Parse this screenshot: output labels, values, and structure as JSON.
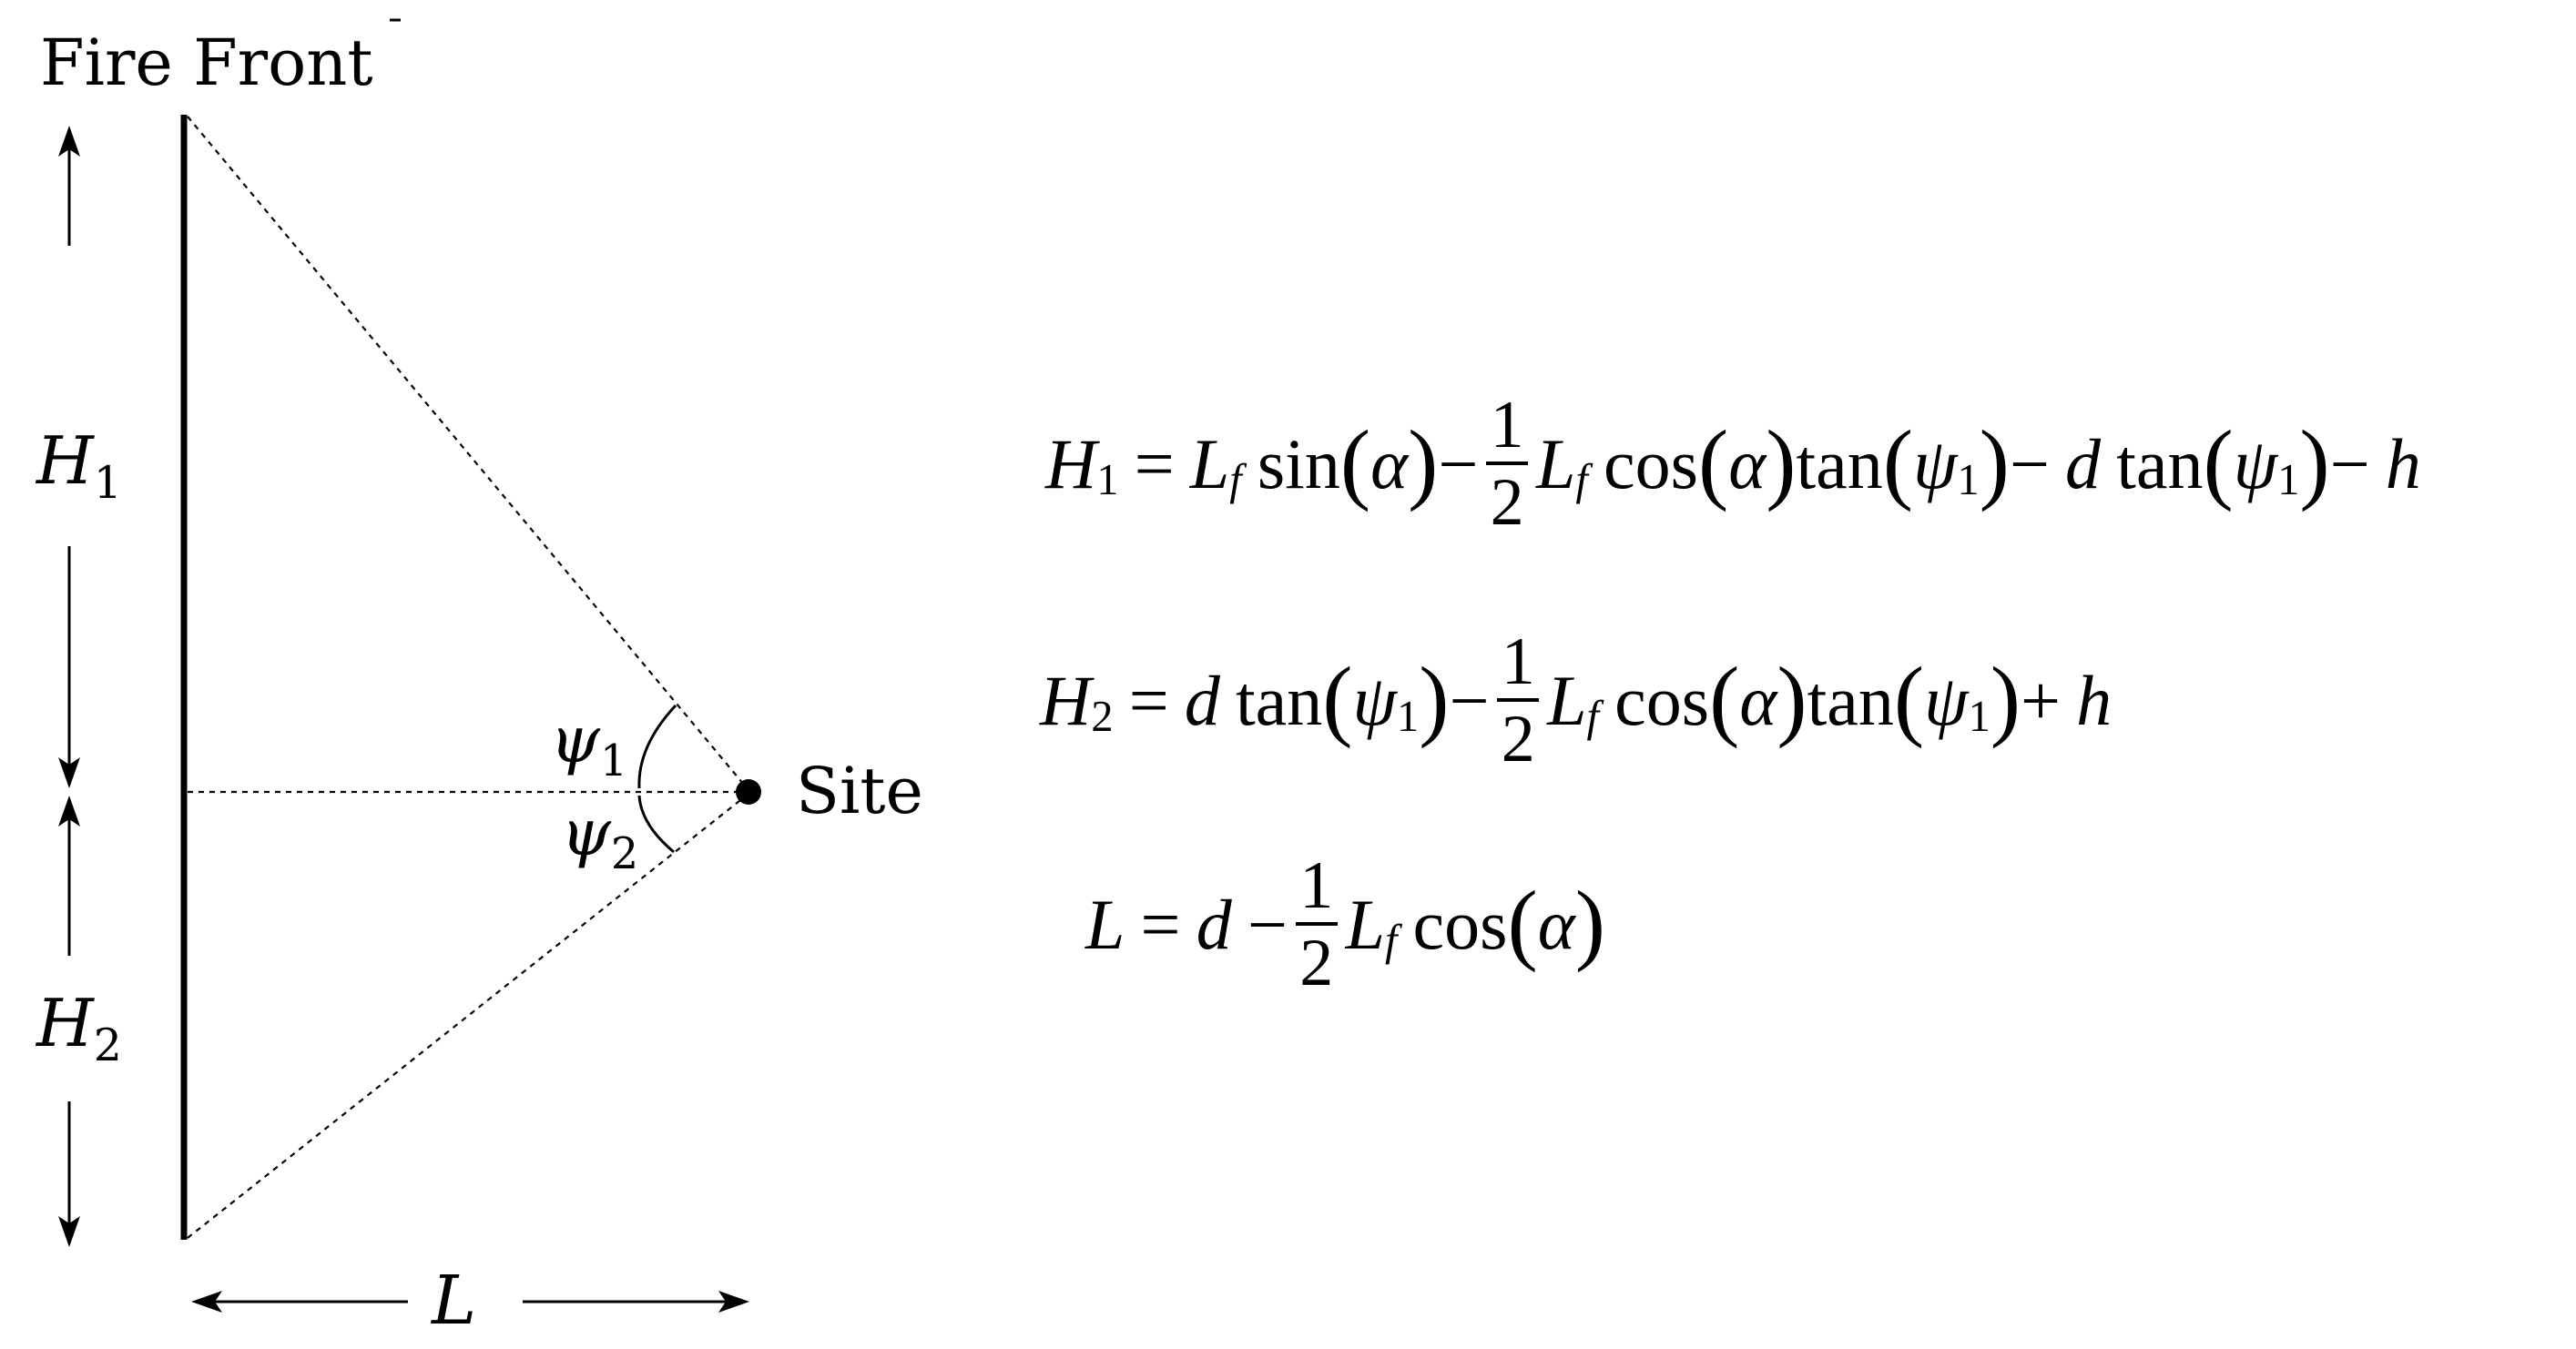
{
  "diagram": {
    "fire_front_label": "Fire Front",
    "h1_label": "H",
    "h1_sub": "1",
    "h2_label": "H",
    "h2_sub": "2",
    "psi1_label": "ψ",
    "psi1_sub": "1",
    "psi2_label": "ψ",
    "psi2_sub": "2",
    "site_label": "Site",
    "l_label": "L"
  },
  "equations": {
    "eq1": {
      "H": "H",
      "H_sub": "1",
      "eq": "=",
      "Lf1": "L",
      "f1": "f",
      "sin": "sin",
      "alpha1": "α",
      "minus1": "−",
      "num1": "1",
      "den1": "2",
      "Lf2": "L",
      "f2": "f",
      "cos": "cos",
      "alpha2": "α",
      "tan1": "tan",
      "psi1": "ψ",
      "psi1_sub": "1",
      "minus2": "−",
      "d": "d",
      "tan2": "tan",
      "psi2": "ψ",
      "psi2_sub": "1",
      "minus3": "−",
      "h": "h"
    },
    "eq2": {
      "H": "H",
      "H_sub": "2",
      "eq": "=",
      "d": "d",
      "tan1": "tan",
      "psi1": "ψ",
      "psi1_sub": "1",
      "minus": "−",
      "num": "1",
      "den": "2",
      "Lf": "L",
      "f": "f",
      "cos": "cos",
      "alpha": "α",
      "tan2": "tan",
      "psi2": "ψ",
      "psi2_sub": "1",
      "plus": "+",
      "h": "h"
    },
    "eq3": {
      "L": "L",
      "eq": "=",
      "d": "d",
      "minus": "−",
      "num": "1",
      "den": "2",
      "Lf": "L",
      "f": "f",
      "cos": "cos",
      "alpha": "α"
    }
  }
}
